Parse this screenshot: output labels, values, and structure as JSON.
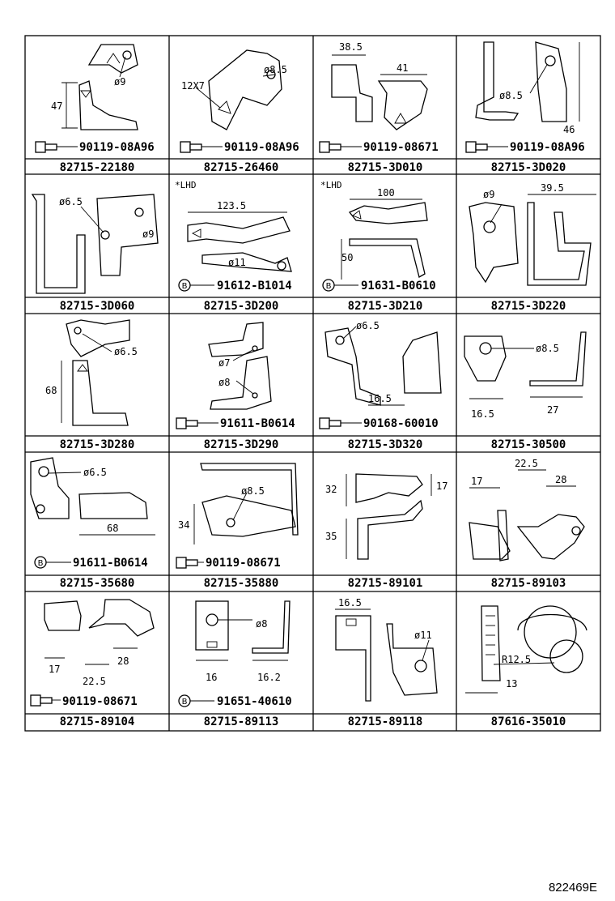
{
  "reference_code": "822469E",
  "cells": [
    {
      "part_number": "82715-22180",
      "fastener": "90119-08A96",
      "fastener_kind": "bolt",
      "dims": [
        "ø9",
        "47"
      ],
      "note": ""
    },
    {
      "part_number": "82715-26460",
      "fastener": "90119-08A96",
      "fastener_kind": "bolt",
      "dims": [
        "ø8.5",
        "12X7"
      ],
      "note": ""
    },
    {
      "part_number": "82715-3D010",
      "fastener": "90119-08671",
      "fastener_kind": "bolt",
      "dims": [
        "38.5",
        "41"
      ],
      "note": ""
    },
    {
      "part_number": "82715-3D020",
      "fastener": "90119-08A96",
      "fastener_kind": "bolt",
      "dims": [
        "ø8.5",
        "46"
      ],
      "note": ""
    },
    {
      "part_number": "82715-3D060",
      "fastener": "",
      "fastener_kind": "",
      "dims": [
        "ø6.5",
        "ø9"
      ],
      "note": ""
    },
    {
      "part_number": "82715-3D200",
      "fastener": "91612-B1014",
      "fastener_kind": "circle-B",
      "dims": [
        "123.5",
        "ø11"
      ],
      "note": "*LHD"
    },
    {
      "part_number": "82715-3D210",
      "fastener": "91631-B0610",
      "fastener_kind": "circle-B",
      "dims": [
        "100",
        "50"
      ],
      "note": "*LHD"
    },
    {
      "part_number": "82715-3D220",
      "fastener": "",
      "fastener_kind": "",
      "dims": [
        "ø9",
        "39.5"
      ],
      "note": ""
    },
    {
      "part_number": "82715-3D280",
      "fastener": "",
      "fastener_kind": "",
      "dims": [
        "ø6.5",
        "68"
      ],
      "note": ""
    },
    {
      "part_number": "82715-3D290",
      "fastener": "91611-B0614",
      "fastener_kind": "bolt",
      "dims": [
        "ø7",
        "ø8"
      ],
      "note": ""
    },
    {
      "part_number": "82715-3D320",
      "fastener": "90168-60010",
      "fastener_kind": "bolt",
      "dims": [
        "ø6.5",
        "16.5"
      ],
      "note": ""
    },
    {
      "part_number": "82715-30500",
      "fastener": "",
      "fastener_kind": "",
      "dims": [
        "ø8.5",
        "16.5",
        "27"
      ],
      "note": ""
    },
    {
      "part_number": "82715-35680",
      "fastener": "91611-B0614",
      "fastener_kind": "circle-B",
      "dims": [
        "ø6.5",
        "68"
      ],
      "note": ""
    },
    {
      "part_number": "82715-35880",
      "fastener": "90119-08671",
      "fastener_kind": "bolt",
      "dims": [
        "ø8.5",
        "34"
      ],
      "note": ""
    },
    {
      "part_number": "82715-89101",
      "fastener": "",
      "fastener_kind": "",
      "dims": [
        "32",
        "17",
        "35"
      ],
      "note": ""
    },
    {
      "part_number": "82715-89103",
      "fastener": "",
      "fastener_kind": "",
      "dims": [
        "17",
        "22.5",
        "28"
      ],
      "note": ""
    },
    {
      "part_number": "82715-89104",
      "fastener": "90119-08671",
      "fastener_kind": "bolt",
      "dims": [
        "17",
        "22.5",
        "28"
      ],
      "note": ""
    },
    {
      "part_number": "82715-89113",
      "fastener": "91651-40610",
      "fastener_kind": "circle-B",
      "dims": [
        "ø8",
        "16",
        "16.2"
      ],
      "note": ""
    },
    {
      "part_number": "82715-89118",
      "fastener": "",
      "fastener_kind": "",
      "dims": [
        "16.5",
        "ø11"
      ],
      "note": ""
    },
    {
      "part_number": "87616-35010",
      "fastener": "",
      "fastener_kind": "",
      "dims": [
        "R12.5",
        "13"
      ],
      "note": ""
    }
  ]
}
